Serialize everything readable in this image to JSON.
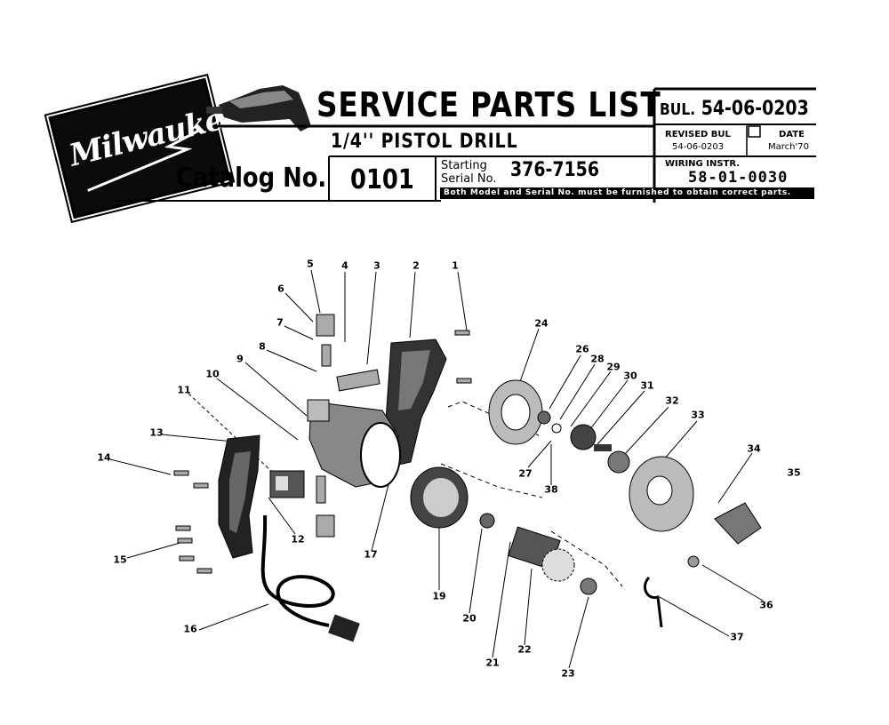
{
  "header": {
    "brand_logo_text": "Milwaukee",
    "title": "SERVICE PARTS LIST",
    "product": "1/4'' PISTOL DRILL",
    "catalog_label": "Catalog No.",
    "catalog_number": "0101",
    "serial_label_line1": "Starting",
    "serial_label_line2": "Serial No.",
    "serial_number": "376-7156",
    "bulletin_label": "BUL.",
    "bulletin_number": "54-06-0203",
    "revised_label": "REVISED BUL",
    "revised_number": "54-06-0203",
    "date_label": "DATE",
    "date_value": "March'70",
    "wiring_label": "WIRING INSTR.",
    "wiring_number": "58-01-0030",
    "notice": "Both Model and Serial No. must be furnished to obtain correct parts."
  },
  "callouts": [
    "1",
    "2",
    "3",
    "4",
    "5",
    "6",
    "7",
    "8",
    "9",
    "10",
    "11",
    "12",
    "13",
    "14",
    "15",
    "16",
    "17",
    "19",
    "20",
    "21",
    "22",
    "23",
    "24",
    "26",
    "27",
    "28",
    "29",
    "30",
    "31",
    "32",
    "33",
    "34",
    "35",
    "36",
    "37",
    "38"
  ],
  "colors": {
    "ink": "#000000",
    "paper": "#ffffff",
    "shade": "#555555"
  }
}
